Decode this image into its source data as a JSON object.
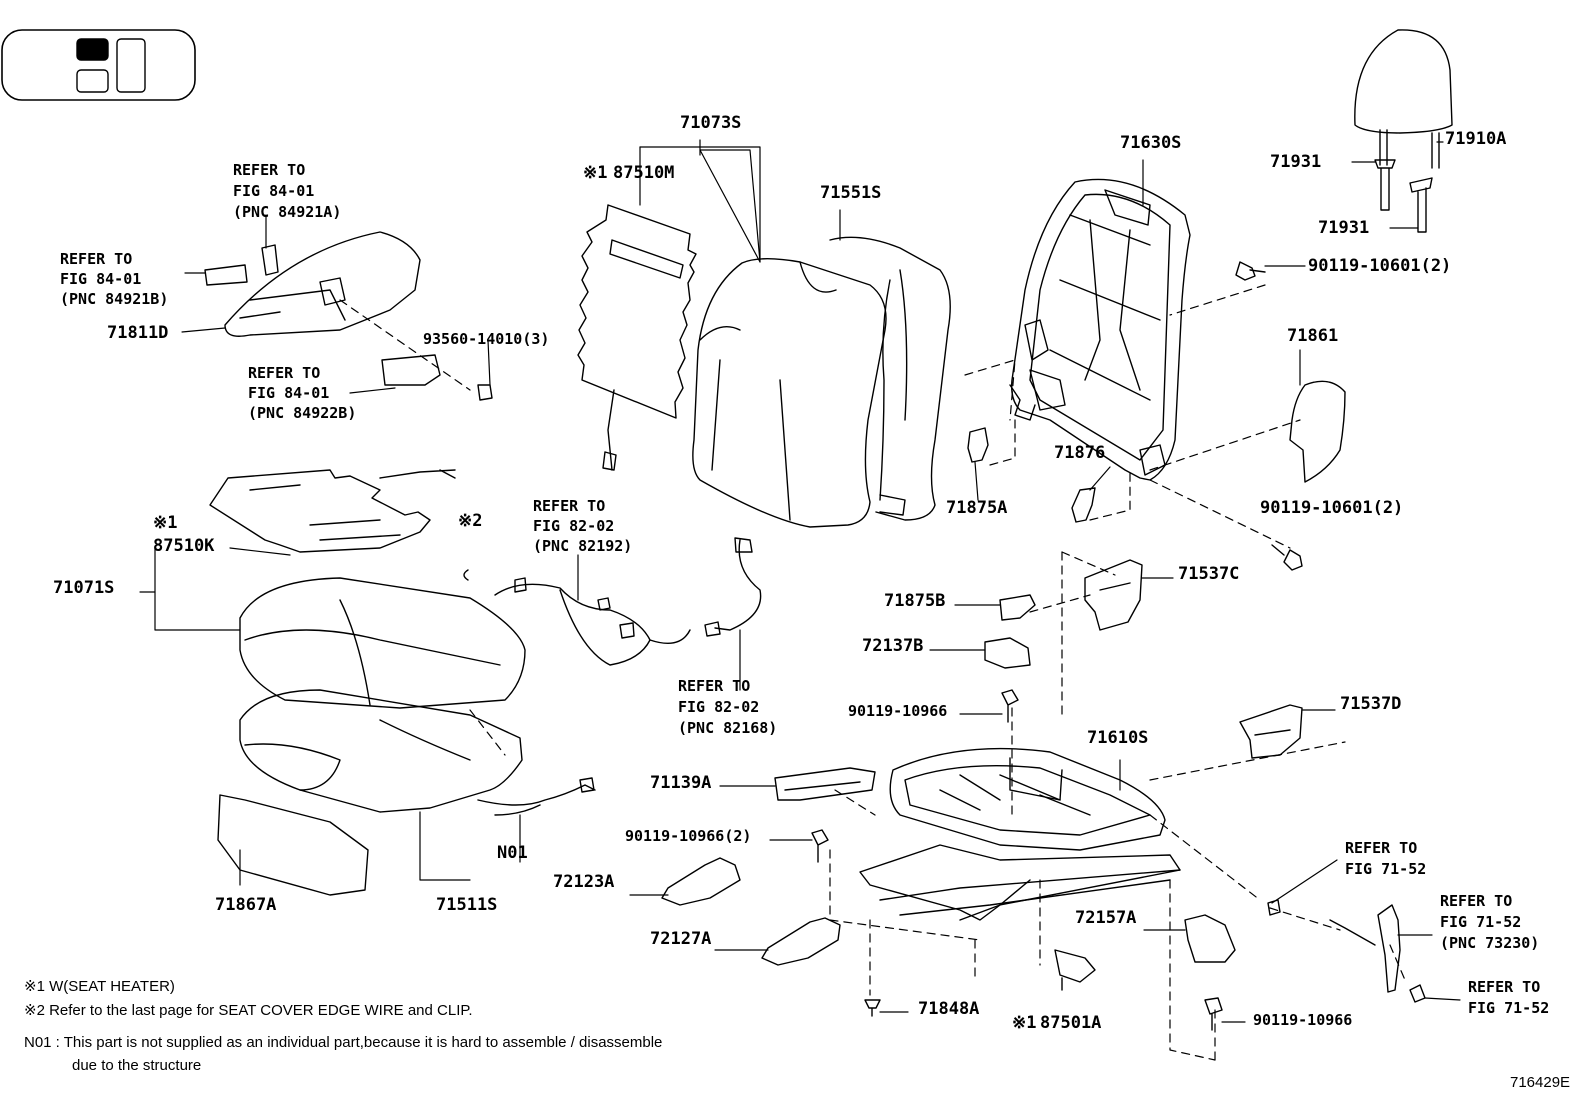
{
  "figure_id": "716429E",
  "parts": {
    "p71073S": "71073S",
    "p87510M": "87510M",
    "p87510M_mark": "※1",
    "p71551S": "71551S",
    "p71630S": "71630S",
    "p71910A": "71910A",
    "p71931a": "71931",
    "p71931b": "71931",
    "p90119_10601_top": "90119-10601(2)",
    "p71861": "71861",
    "p90119_10601_bot": "90119-10601(2)",
    "p71876": "71876",
    "p71875A": "71875A",
    "p71537C": "71537C",
    "p71875B": "71875B",
    "p72137B": "72137B",
    "p90119_10966_a": "90119-10966",
    "p71537D": "71537D",
    "p71610S": "71610S",
    "p71139A": "71139A",
    "p90119_10966_2": "90119-10966(2)",
    "p72123A": "72123A",
    "p72127A": "72127A",
    "p72157A": "72157A",
    "p71848A": "71848A",
    "p87501A": "87501A",
    "p87501A_mark": "※1",
    "p90119_10966_b": "90119-10966",
    "p71811D": "71811D",
    "p93560": "93560-14010(3)",
    "p71071S": "71071S",
    "p87510K": "87510K",
    "p87510K_mark": "※1",
    "mark2": "※2",
    "p71867A": "71867A",
    "p71511S": "71511S",
    "pN01": "N01"
  },
  "refs": {
    "r1": [
      "REFER TO",
      "FIG 84-01",
      "(PNC 84921A)"
    ],
    "r2": [
      "REFER TO",
      "FIG 84-01",
      "(PNC 84921B)"
    ],
    "r3": [
      "REFER TO",
      "FIG 84-01",
      "(PNC 84922B)"
    ],
    "r4": [
      "REFER TO",
      "FIG 82-02",
      "(PNC 82192)"
    ],
    "r5": [
      "REFER TO",
      "FIG 82-02",
      "(PNC 82168)"
    ],
    "r6": [
      "REFER TO",
      "FIG 71-52"
    ],
    "r7": [
      "REFER TO",
      "FIG 71-52",
      "(PNC 73230)"
    ],
    "r8": [
      "REFER TO",
      "FIG 71-52"
    ]
  },
  "notes": {
    "n1": "※1 W(SEAT  HEATER)",
    "n2": "※2  Refer to the last page for SEAT COVER EDGE WIRE and CLIP.",
    "n3a": "N01 :  This part is not supplied as an individual part,because it is hard to assemble / disassemble",
    "n3b": "due to the structure"
  }
}
